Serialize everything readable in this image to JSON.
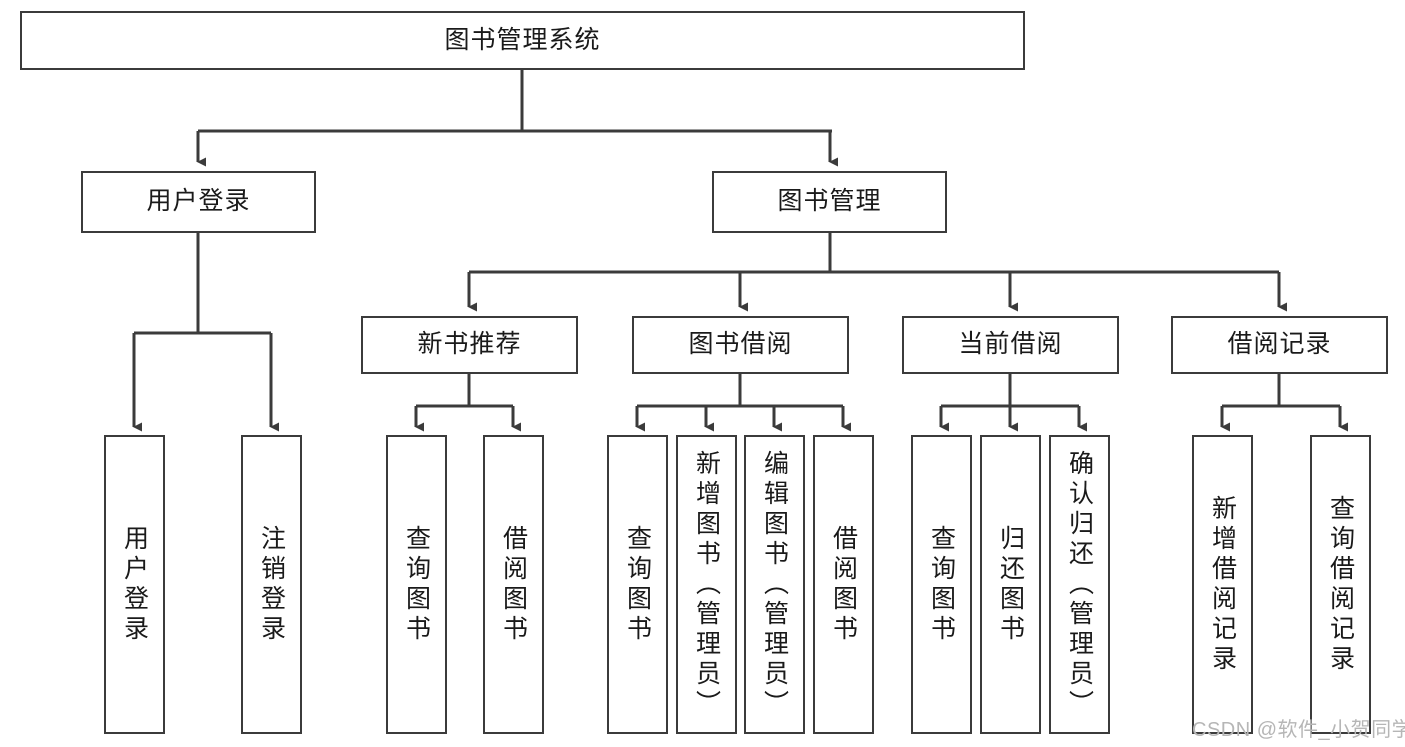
{
  "diagram": {
    "title_box": {
      "label": "图书管理系统"
    },
    "level2": [
      {
        "label": "用户登录"
      },
      {
        "label": "图书管理"
      }
    ],
    "level3": [
      {
        "label": "新书推荐"
      },
      {
        "label": "图书借阅"
      },
      {
        "label": "当前借阅"
      },
      {
        "label": "借阅记录"
      }
    ],
    "level4": {
      "user_login": [
        {
          "label": "用户登录"
        },
        {
          "label": "注销登录"
        }
      ],
      "new_book": [
        {
          "label": "查询图书"
        },
        {
          "label": "借阅图书"
        }
      ],
      "book_borrow": [
        {
          "label": "查询图书"
        },
        {
          "label": "新增图书（管理员）"
        },
        {
          "label": "编辑图书（管理员）"
        },
        {
          "label": "借阅图书"
        }
      ],
      "current_borrow": [
        {
          "label": "查询图书"
        },
        {
          "label": "归还图书"
        },
        {
          "label": "确认归还（管理员）"
        }
      ],
      "borrow_record": [
        {
          "label": "新增借阅记录"
        },
        {
          "label": "查询借阅记录"
        }
      ]
    }
  },
  "watermark": {
    "text": "CSDN @软件_小贺同学"
  },
  "colors": {
    "stroke": "#3b3b3b",
    "text": "#1a1a1a",
    "background": "#ffffff",
    "watermark": "#b6b6b6"
  }
}
